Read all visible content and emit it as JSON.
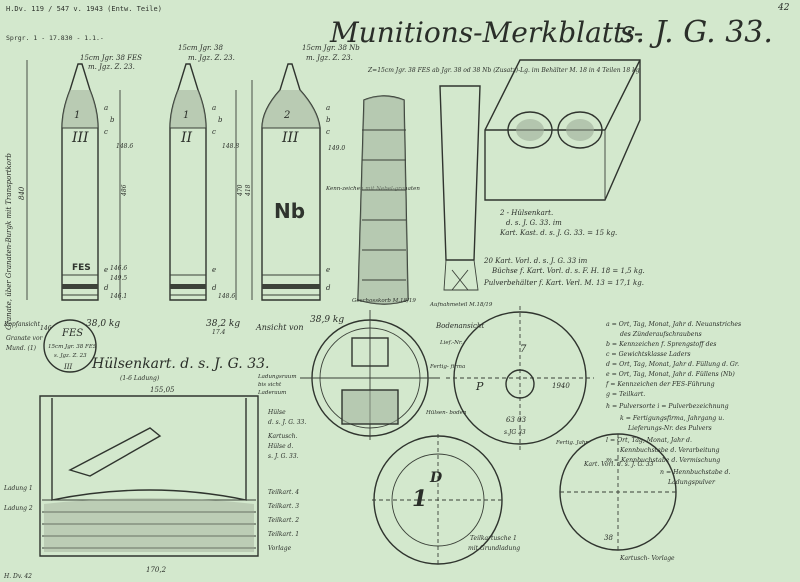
{
  "header": {
    "ref_top_left": "H.Dv. 119 / 547 v. 1943 (Entw. Teile)",
    "ref_second": "Sprgr. 1 - 17.830 - 1.1.-",
    "title": "Munitions-Merkblatt:-",
    "weapon": "s. J. G. 33."
  },
  "left_margin": {
    "vertical_label": "Granate, über Granaten-Burgk mit Transportkorb",
    "len_1": "840",
    "kopf_label": "Kopfansicht",
    "kopf_sub": "Granate vor",
    "kopf_sub2": "Mund. (1)"
  },
  "shells": [
    {
      "heading": "15cm Jgr. 38 FES",
      "fuze": "m. Jgz. Z. 23.",
      "number": "1",
      "roman": "III",
      "mark_body": "FES",
      "weight": "38,0 kg",
      "letters": [
        "a",
        "b",
        "c",
        "e",
        "d"
      ],
      "dims": [
        "148.6",
        "146.6",
        "149.5",
        "146.1"
      ]
    },
    {
      "heading": "15cm Jgr. 38",
      "fuze": "m. Jgz. Z. 23.",
      "number": "1",
      "roman": "II",
      "mark_body": "",
      "weight": "38,2 kg",
      "letters": [
        "a",
        "b",
        "c",
        "e",
        "d"
      ],
      "dims": [
        "148.8",
        "148.6"
      ]
    },
    {
      "heading": "15cm Jgr. 38 Nb",
      "fuze": "m. Jgz. Z. 23.",
      "number": "2",
      "roman": "III",
      "mark_body": "Nb",
      "weight": "38,9 kg",
      "letters": [
        "a",
        "b",
        "c",
        "e",
        "d"
      ],
      "dims": [
        "149.0"
      ],
      "side_note": "Kenn-zeichen mit Nebel-granaten"
    }
  ],
  "shell_dims": {
    "len_1": "486",
    "len_2": "470",
    "len_3": "418",
    "base_1": "146",
    "base_2": "17.4"
  },
  "tubes": {
    "caption": "Z=15cm Jgr. 38 FES ab Jgr. 38 od 38 Nb (Zusatz)-Lg. im Behälter M. 18 in 4 Teilen 18 kg",
    "tube_label": "Geschosskorb M.18/19",
    "tube2_label": "Aufnahmeteil M.18/19"
  },
  "box": {
    "line1": "2 - Hülsenkart.",
    "line2": "d. s. J. G. 33. im",
    "line3": "Kart. Kast. d. s. J. G. 33. = 15 kg.",
    "second1": "20 Kart. Vorl. d. s. J. G. 33 im",
    "second2": "Büchse f. Kart. Vorl. d. s. F. H. 18 = 1,5 kg.",
    "second3": "Pulverbehälter f. Kart. Verl. M. 13 = 17,1 kg."
  },
  "casing": {
    "title": "Hülsenkart. d. s. J. G. 33.",
    "sub": "(1-6 Ladung)",
    "width": "155,05",
    "base": "170,2",
    "label_ladung": "Ladungsraum",
    "label_ladung2": "bis sicht",
    "label_ladung3": "Laderaum",
    "notes": [
      "Hülse",
      "d. s. J. G. 33.",
      "Kartusch.",
      "Hülse d.",
      "s. J. G. 33."
    ],
    "charge_labels": [
      "Teilkart. 4",
      "Teilkart. 3",
      "Teilkart. 2",
      "Teilkart. 1",
      "Vorlage"
    ],
    "left_labels": [
      "Ladung 1",
      "Ladung 2"
    ]
  },
  "views": {
    "ansicht": "Ansicht von",
    "boden": "Bodenansicht",
    "hulse_label": "Hülsen-\nboden",
    "p_label": "P",
    "year": "1940",
    "code1": "63 03",
    "code2": "s.JG 33",
    "lot": "Lief.-Nr.",
    "fertig": "Fertig-\nfirma",
    "fert_date": "Fertig. Jahr",
    "big_d": "D",
    "big_1": "1",
    "teilkart": "Teilkartusche 1",
    "teilkart2": "mit Grundladung",
    "kart_vorlage": "Kartusch-\nVorlage",
    "kart_vorl": "Kart. Vorl. d. s. J. G. 33",
    "num_38": "38"
  },
  "legend": [
    "a = Ort, Tag, Monat, Jahr d. Neuanstriches",
    "des Zünderaufschraubens",
    "b = Kennzeichen f. Sprengstoff des",
    "c = Gewichtsklasse   Laders",
    "d = Ort, Tag, Monat, Jahr d. Füllung d. Gr.",
    "e = Ort, Tag, Monat, Jahr d. Füllens (Nb)",
    "f = Kennzeichen der FES-Führung",
    "g = Teilkart.",
    "h = Pulversorte   i = Pulverbezeichnung",
    "k = Fertigungsfirma, Jahrgang u.",
    "Lieferungs-Nr. des Pulvers",
    "l = Ort, Tag, Monat, Jahr d.",
    "Kennbuchstabe d. Verarbeitung",
    "m = Kennbuchstabe d. Vermischung",
    "n = Hennbuchstabe d.",
    "Ladungspulver"
  ],
  "fes_stamp": {
    "line1": "FES",
    "line2": "15cm Jgr. 38 FES",
    "line3": "s. Jgz. Z. 23",
    "roman": "III"
  },
  "footer": {
    "bottom_left": "H. Dv. 42"
  },
  "page_corner": "42"
}
